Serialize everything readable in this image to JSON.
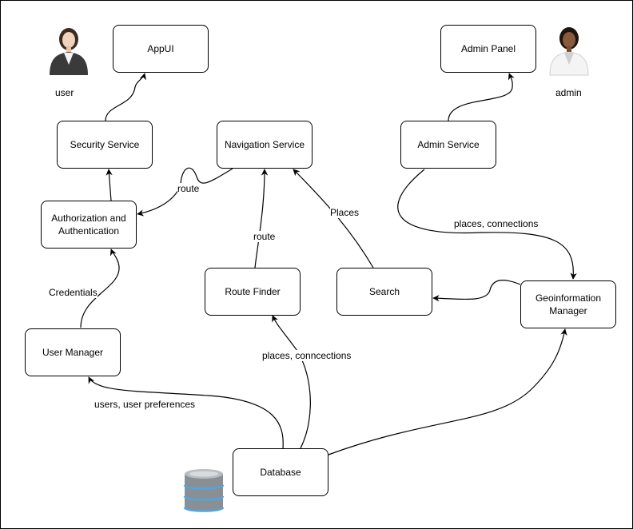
{
  "nodes": {
    "appui": "AppUI",
    "admin_panel": "Admin Panel",
    "security_service": "Security Service",
    "navigation_service": "Navigation Service",
    "admin_service": "Admin Service",
    "auth": "Authorization and\nAuthentication",
    "route_finder": "Route Finder",
    "search": "Search",
    "geo_manager": "Geoinformation\nManager",
    "user_manager": "User Manager",
    "database": "Database"
  },
  "actors": {
    "user": "user",
    "admin": "admin"
  },
  "edge_labels": {
    "route_to_auth": "route",
    "places_nav": "Places",
    "route_finder_nav": "route",
    "places_connections_admin": "places, connections",
    "credentials": "Credentials",
    "places_conncections_db": "places,  conncections",
    "users_prefs": "users, user preferences"
  },
  "colors": {
    "line": "#000000",
    "node_fill": "#ffffff",
    "db_blue": "#4ea6e8",
    "db_gray": "#8a8f94"
  }
}
